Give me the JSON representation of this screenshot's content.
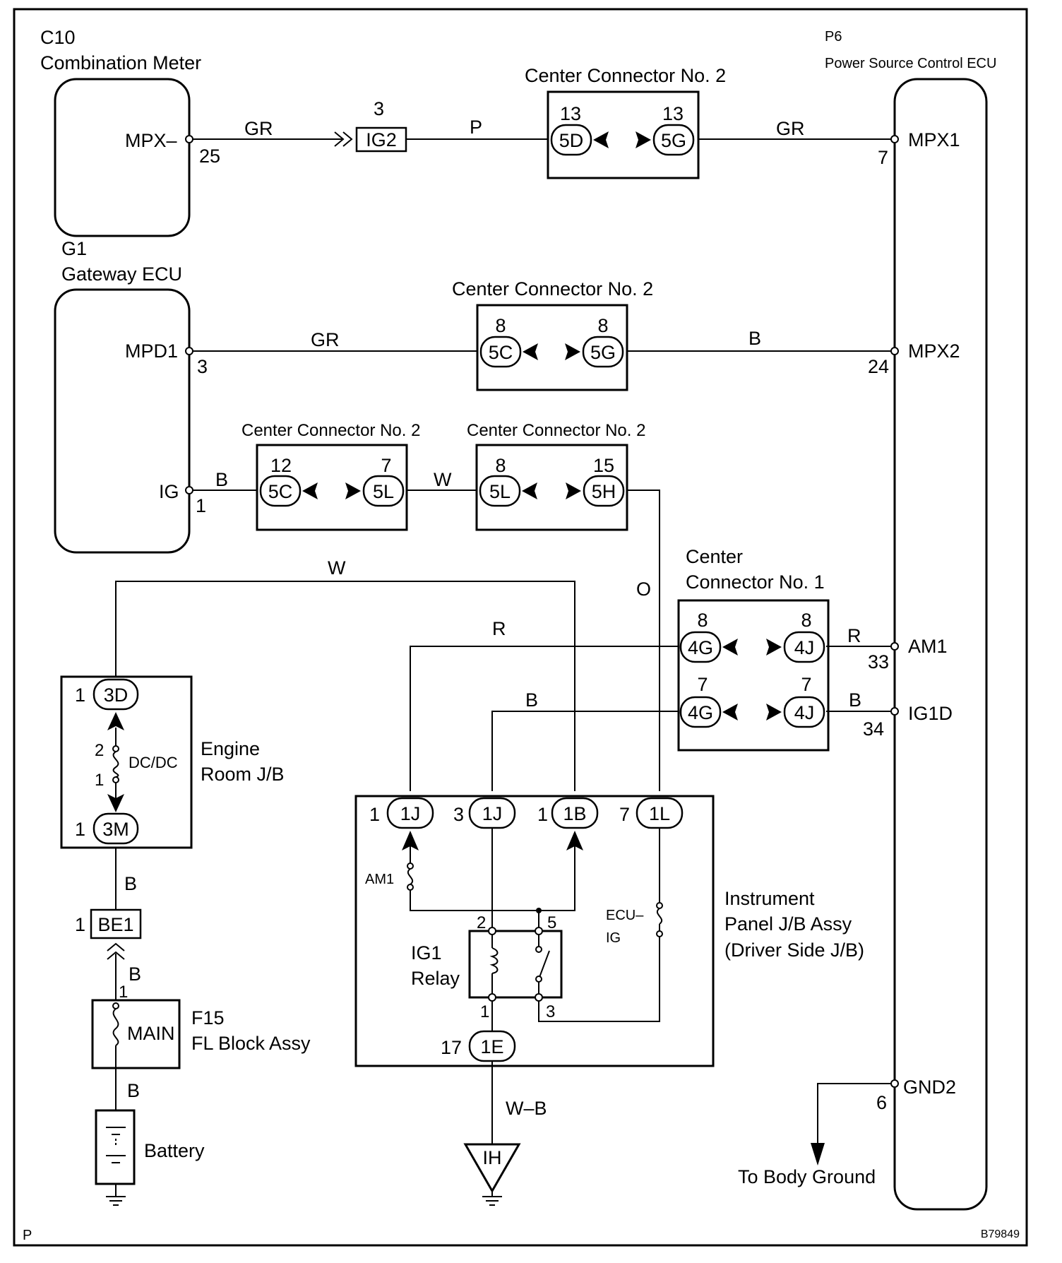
{
  "components": {
    "combination_meter": {
      "ref": "C10",
      "name": "Combination Meter",
      "pin_name": "MPX–",
      "pin_no": "25"
    },
    "gateway_ecu": {
      "ref": "G1",
      "name": "Gateway ECU",
      "mpd1_name": "MPD1",
      "mpd1_no": "3",
      "ig_name": "IG",
      "ig_no": "1"
    },
    "power_ecu": {
      "ref": "P6",
      "name": "Power Source Control ECU",
      "mpx1_name": "MPX1",
      "mpx1_no": "7",
      "mpx2_name": "MPX2",
      "mpx2_no": "24",
      "am1_name": "AM1",
      "am1_no": "33",
      "ig1d_name": "IG1D",
      "ig1d_no": "34",
      "gnd2_name": "GND2",
      "gnd2_no": "6"
    },
    "engine_room_jb": {
      "name_line1": "Engine",
      "name_line2": "Room J/B",
      "top_pin": "1",
      "top_conn": "3D",
      "fuse": "DC/DC",
      "fuse_pin_top": "2",
      "fuse_pin_bottom": "1",
      "bottom_pin": "1",
      "bottom_conn": "3M"
    },
    "be1": {
      "pin": "1",
      "label": "BE1",
      "bottom_pin": "1"
    },
    "fl_block": {
      "ref": "F15",
      "name": "FL Block Assy",
      "fuse": "MAIN"
    },
    "battery": {
      "name": "Battery"
    },
    "instrument_jb": {
      "name_line1": "Instrument",
      "name_line2": "Panel J/B Assy",
      "name_line3": "(Driver Side J/B)",
      "c1_pin": "1",
      "c1": "1J",
      "c2_pin": "3",
      "c2": "1J",
      "c3_pin": "1",
      "c3": "1B",
      "c4_pin": "7",
      "c4": "1L",
      "fuse_am1": "AM1",
      "fuse_ecu_ig_1": "ECU–",
      "fuse_ecu_ig_2": "IG",
      "relay_line1": "IG1",
      "relay_line2": "Relay",
      "relay_pin2": "2",
      "relay_pin5": "5",
      "relay_pin1": "1",
      "relay_pin3": "3",
      "out_pin": "17",
      "out_conn": "1E"
    },
    "ground_ih": {
      "label": "IH"
    },
    "body_ground": {
      "label": "To Body Ground"
    }
  },
  "connectors": {
    "cc2_top": {
      "title": "Center Connector No. 2",
      "left_pin": "13",
      "left": "5D",
      "right_pin": "13",
      "right": "5G"
    },
    "cc2_mid": {
      "title": "Center Connector No. 2",
      "left_pin": "8",
      "left": "5C",
      "right_pin": "8",
      "right": "5G"
    },
    "cc2_ig_a": {
      "title": "Center Connector No. 2",
      "left_pin": "12",
      "left": "5C",
      "right_pin": "7",
      "right": "5L"
    },
    "cc2_ig_b": {
      "title": "Center Connector No. 2",
      "left_pin": "8",
      "left": "5L",
      "right_pin": "15",
      "right": "5H"
    },
    "cc1": {
      "title_line1": "Center",
      "title_line2": "Connector No. 1",
      "r1_left_pin": "8",
      "r1_left": "4G",
      "r1_right_pin": "8",
      "r1_right": "4J",
      "r2_left_pin": "7",
      "r2_left": "4G",
      "r2_right_pin": "7",
      "r2_right": "4J"
    },
    "ig2": {
      "pin": "3",
      "label": "IG2"
    }
  },
  "wires": {
    "mpx_left": "GR",
    "mpx_mid": "P",
    "mpx_right": "GR",
    "mpd1_left": "GR",
    "mpd1_right": "B",
    "ig_left": "B",
    "ig_mid": "W",
    "ig_down": "O",
    "top_w": "W",
    "am1_r": "R",
    "am1_r_short": "R",
    "ig1d_b": "B",
    "ig1d_b_short": "B",
    "b_3m": "B",
    "b_be1": "B",
    "b_battery": "B",
    "wb": "W–B"
  },
  "footer": {
    "left": "P",
    "right": "B79849"
  }
}
